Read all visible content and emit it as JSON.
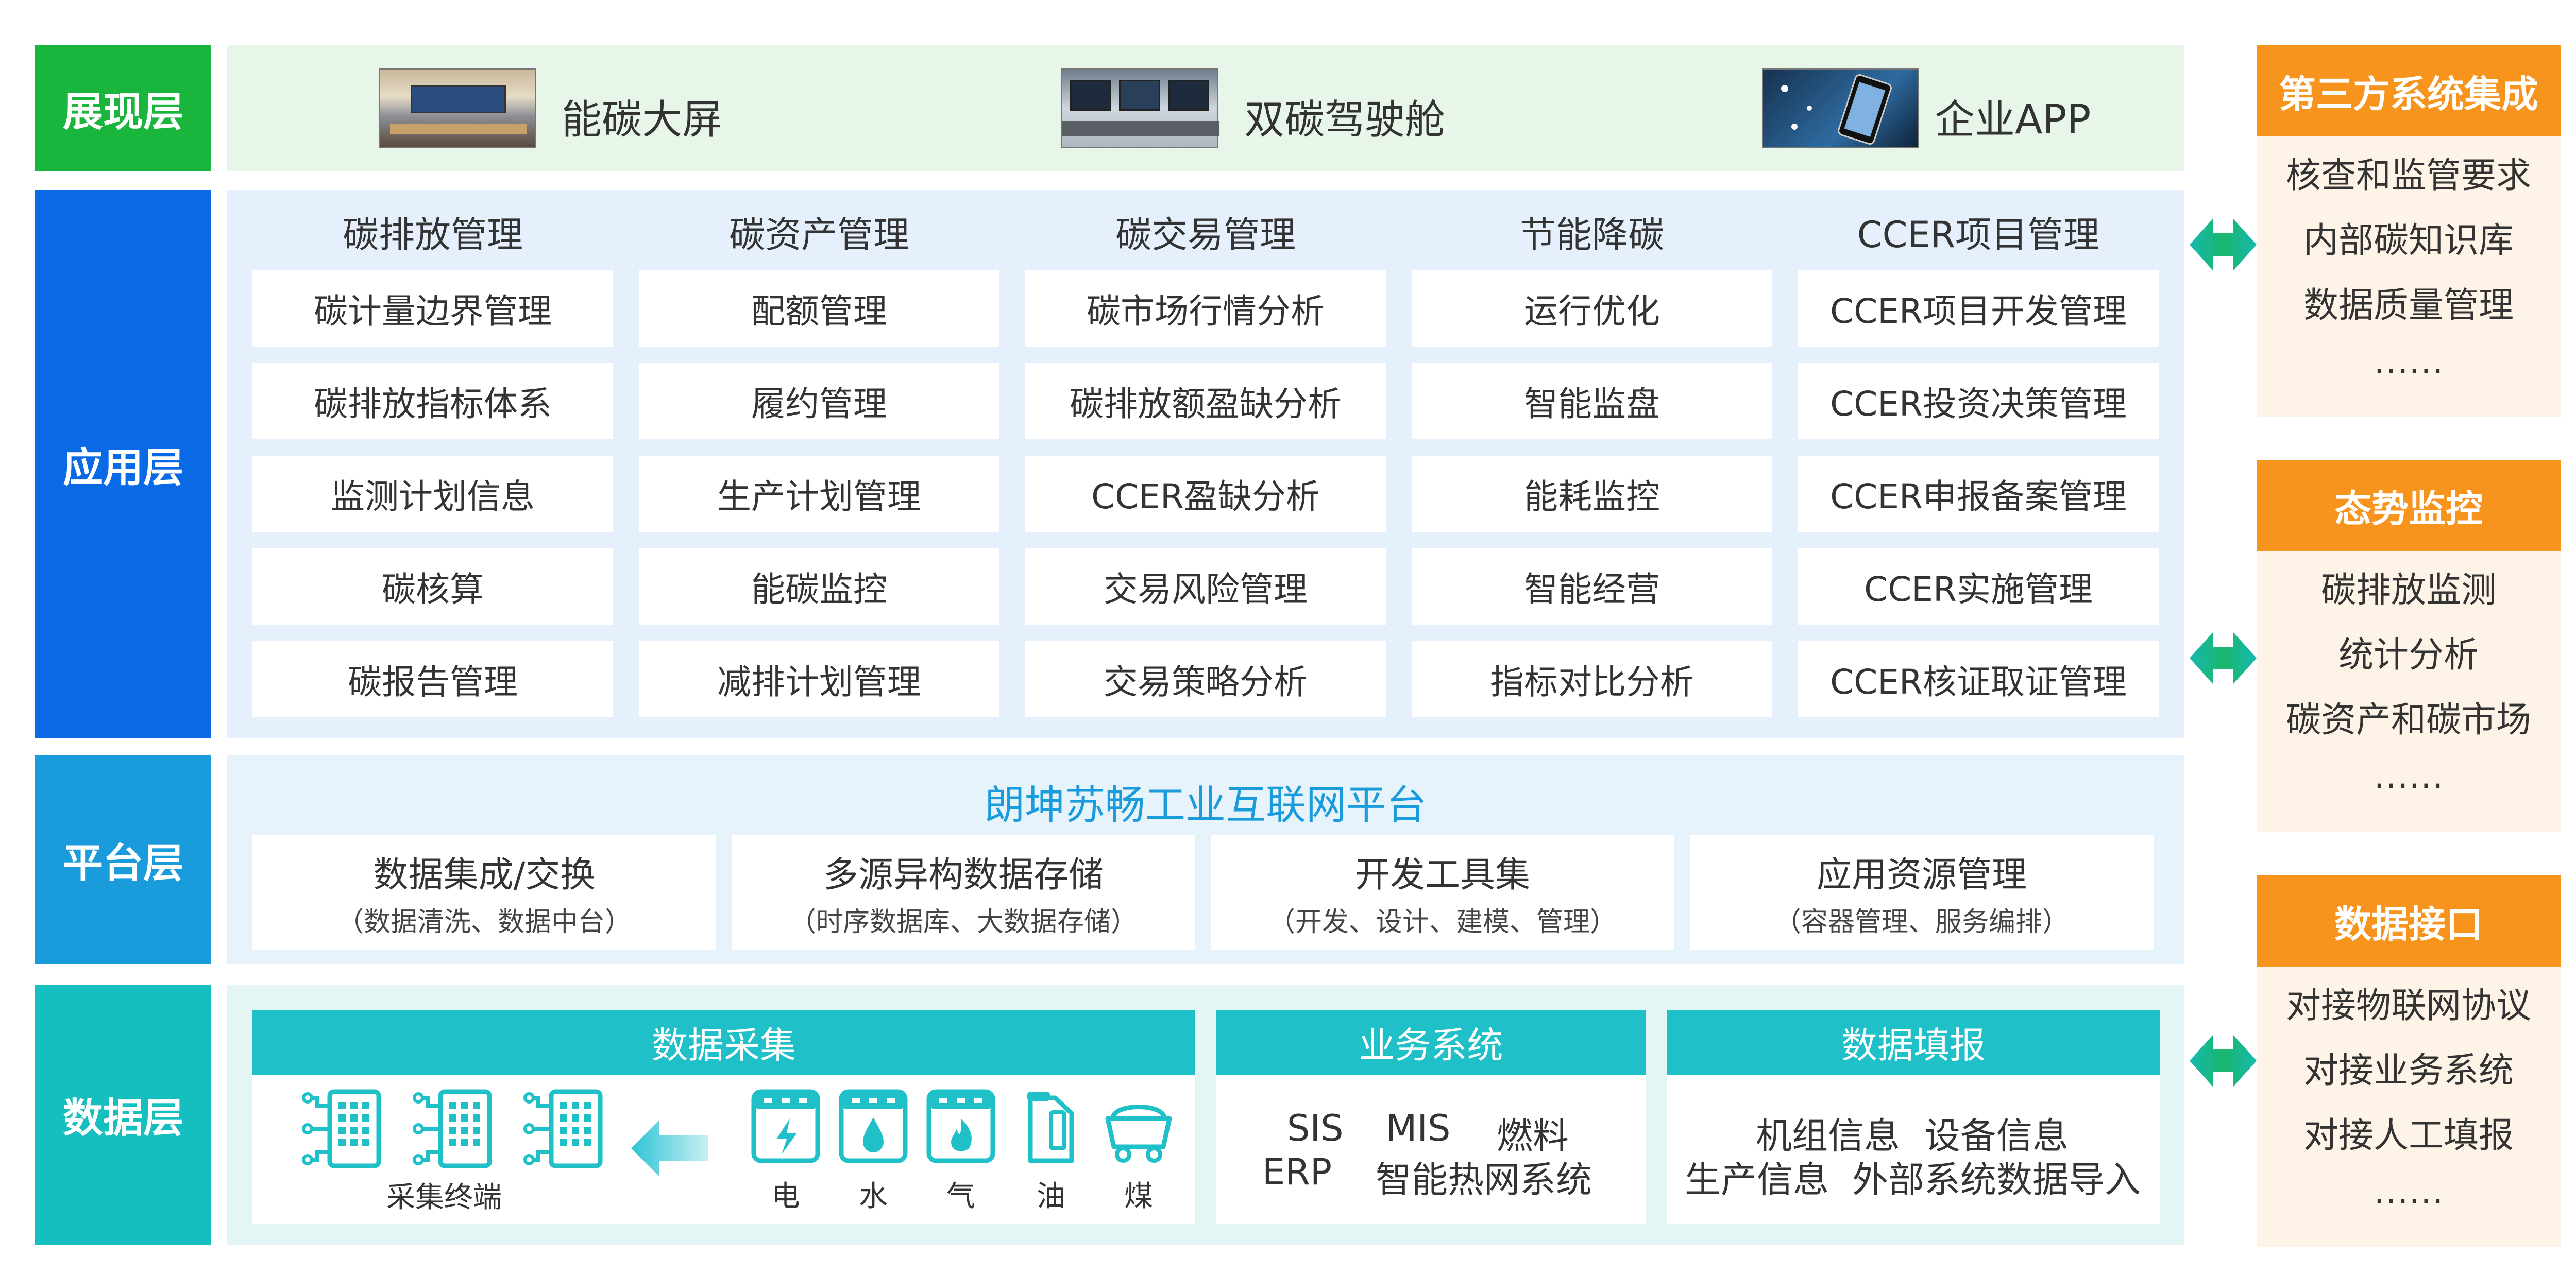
{
  "layers": {
    "presentation": "展现层",
    "application": "应用层",
    "platform": "平台层",
    "data": "数据层"
  },
  "presentation": {
    "items": [
      {
        "label": "能碳大屏",
        "icon": "control-room-photo"
      },
      {
        "label": "双碳驾驶舱",
        "icon": "monitor-desk-photo"
      },
      {
        "label": "企业APP",
        "icon": "smartphone-photo"
      }
    ]
  },
  "application": {
    "columns": [
      {
        "title": "碳排放管理",
        "items": [
          "碳计量边界管理",
          "碳排放指标体系",
          "监测计划信息",
          "碳核算",
          "碳报告管理"
        ]
      },
      {
        "title": "碳资产管理",
        "items": [
          "配额管理",
          "履约管理",
          "生产计划管理",
          "能碳监控",
          "减排计划管理"
        ]
      },
      {
        "title": "碳交易管理",
        "items": [
          "碳市场行情分析",
          "碳排放额盈缺分析",
          "CCER盈缺分析",
          "交易风险管理",
          "交易策略分析"
        ]
      },
      {
        "title": "节能降碳",
        "items": [
          "运行优化",
          "智能监盘",
          "能耗监控",
          "智能经营",
          "指标对比分析"
        ]
      },
      {
        "title": "CCER项目管理",
        "items": [
          "CCER项目开发管理",
          "CCER投资决策管理",
          "CCER申报备案管理",
          "CCER实施管理",
          "CCER核证取证管理"
        ]
      }
    ]
  },
  "platform": {
    "title": "朗坤苏畅工业互联网平台",
    "modules": [
      {
        "title": "数据集成/交换",
        "sub": "（数据清洗、数据中台）"
      },
      {
        "title": "多源异构数据存储",
        "sub": "（时序数据库、大数据存储）"
      },
      {
        "title": "开发工具集",
        "sub": "（开发、设计、建模、管理）"
      },
      {
        "title": "应用资源管理",
        "sub": "（容器管理、服务编排）"
      }
    ]
  },
  "data_layer": {
    "collection": {
      "title": "数据采集",
      "terminal_label": "采集终端",
      "meters": [
        "电",
        "水",
        "气",
        "油",
        "煤"
      ]
    },
    "business": {
      "title": "业务系统",
      "line1": [
        "SIS",
        "MIS",
        "燃料"
      ],
      "line2": [
        "ERP",
        "智能热网系统"
      ]
    },
    "fill": {
      "title": "数据填报",
      "line1": [
        "机组信息",
        "设备信息"
      ],
      "line2": [
        "生产信息",
        "外部系统数据导入"
      ]
    }
  },
  "side": [
    {
      "title": "第三方系统集成",
      "items": [
        "核查和监管要求",
        "内部碳知识库",
        "数据质量管理",
        "……"
      ]
    },
    {
      "title": "态势监控",
      "items": [
        "碳排放监测",
        "统计分析",
        "碳资产和碳市场",
        "……"
      ]
    },
    {
      "title": "数据接口",
      "items": [
        "对接物联网协议",
        "对接业务系统",
        "对接人工填报",
        "……"
      ]
    }
  ],
  "colors": {
    "presentation": "#1ab53c",
    "application": "#0a6ae6",
    "platform": "#1a9bdc",
    "data": "#15bfbf",
    "orange": "#f7941d",
    "teal": "#1fc0c7"
  }
}
